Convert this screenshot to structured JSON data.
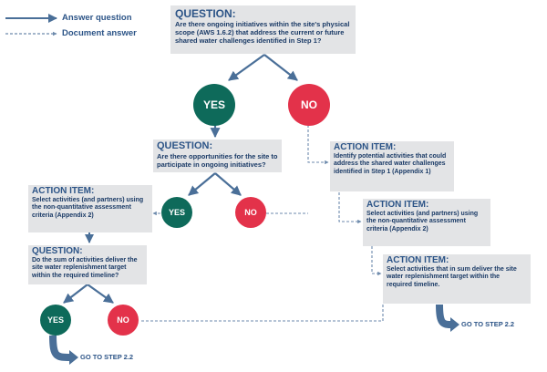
{
  "legend": {
    "answer_label": "Answer question",
    "document_label": "Document answer"
  },
  "q1": {
    "heading": "QUESTION:",
    "text": "Are there ongoing initiatives within the site's physical scope (AWS 1.6.2) that address the current or future shared water challenges identified in Step 1?"
  },
  "q2": {
    "heading": "QUESTION:",
    "text": "Are there opportunities for the site to participate in ongoing initiatives?"
  },
  "q3": {
    "heading": "QUESTION:",
    "text": "Do the sum of activities deliver the site water replenishment target within the required timeline?"
  },
  "action_left": {
    "heading": "ACTION ITEM:",
    "text": "Select activities (and partners) using the non-quantitative assessment criteria (Appendix 2)"
  },
  "action_r1": {
    "heading": "ACTION ITEM:",
    "text": "Identify potential activities that could address the shared water challenges identified in Step 1 (Appendix 1)"
  },
  "action_r2": {
    "heading": "ACTION ITEM:",
    "text": "Select activities (and partners) using the non-quantitative assessment criteria (Appendix 2)"
  },
  "action_r3": {
    "heading": "ACTION ITEM:",
    "text": "Select activities that in sum deliver the site water replenishment target within the required timeline."
  },
  "answers": {
    "yes": "YES",
    "no": "NO"
  },
  "goto": {
    "bottom_left": "GO TO STEP 2.2",
    "bottom_right": "GO TO STEP 2.2"
  },
  "colors": {
    "navy": "#2c5487",
    "yes_green": "#0e6a5a",
    "no_red": "#e3324a",
    "box_gray": "#e3e4e6",
    "arrow_blue": "#4a6f98"
  }
}
